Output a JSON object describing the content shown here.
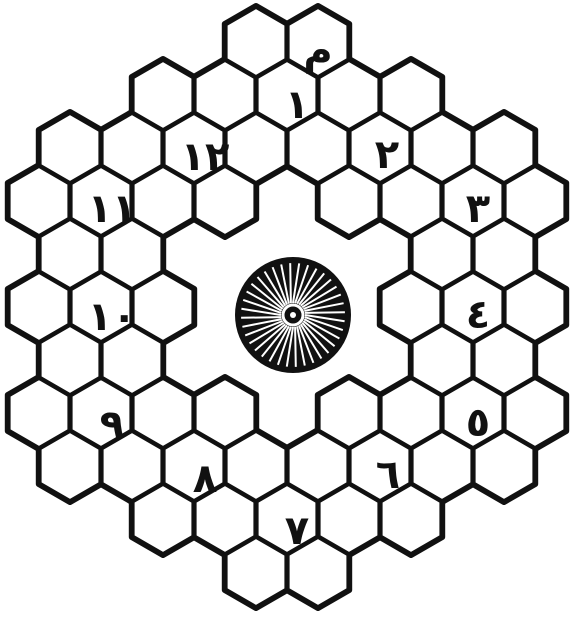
{
  "board": {
    "start_label": "م",
    "spaces": [
      {
        "n": 1,
        "label": "١"
      },
      {
        "n": 2,
        "label": "٢"
      },
      {
        "n": 3,
        "label": "٣"
      },
      {
        "n": 4,
        "label": "٤"
      },
      {
        "n": 5,
        "label": "٥"
      },
      {
        "n": 6,
        "label": "٦"
      },
      {
        "n": 7,
        "label": "٧"
      },
      {
        "n": 8,
        "label": "٨"
      },
      {
        "n": 9,
        "label": "٩"
      },
      {
        "n": 10,
        "label": "١٠"
      },
      {
        "n": 11,
        "label": "١١"
      },
      {
        "n": 12,
        "label": "١٢"
      }
    ],
    "center_icon": "sunburst-icon",
    "colors": {
      "ink": "#111111",
      "paper": "#ffffff"
    }
  }
}
